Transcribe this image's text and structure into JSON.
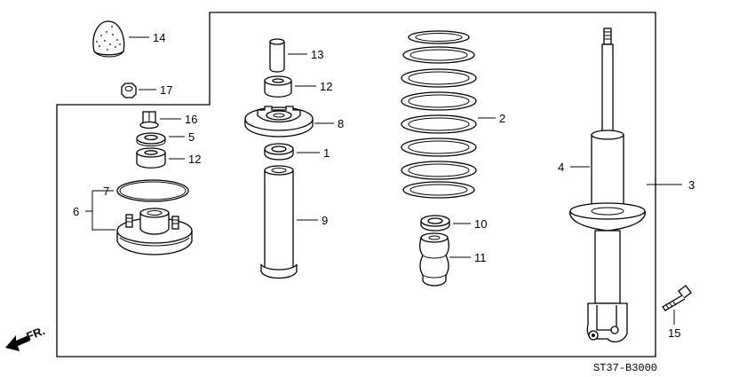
{
  "diagram_code": "ST37-B3000",
  "direction_label": "FR.",
  "callouts": {
    "p1": "1",
    "p2": "2",
    "p3": "3",
    "p4": "4",
    "p5": "5",
    "p6": "6",
    "p7": "7",
    "p8": "8",
    "p9": "9",
    "p10": "10",
    "p11": "11",
    "p12a": "12",
    "p12b": "12",
    "p13": "13",
    "p14": "14",
    "p15": "15",
    "p16": "16",
    "p17": "17"
  }
}
